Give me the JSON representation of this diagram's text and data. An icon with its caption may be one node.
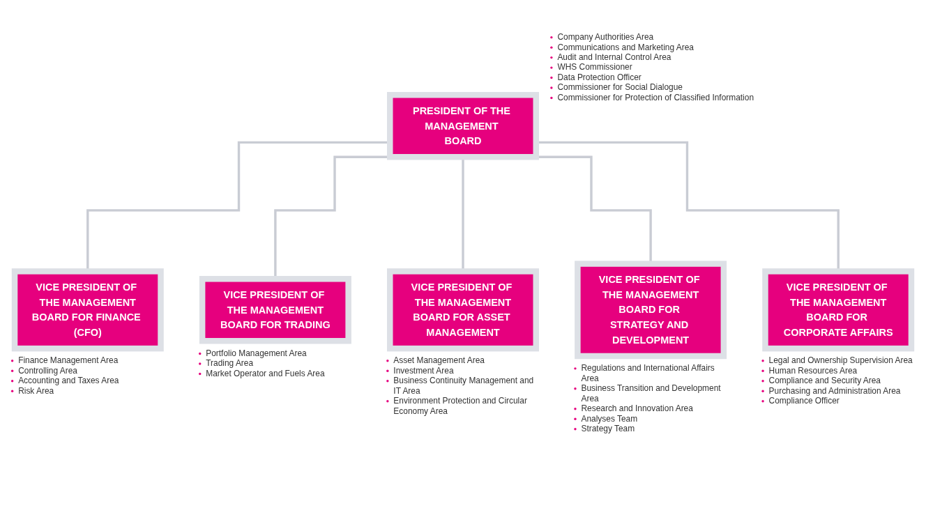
{
  "diagram": {
    "nodes": [
      {
        "text": [
          "PRESIDENT OF THE MANAGEMENT BOARD"
        ],
        "beside": [
          "Company Authorities Area",
          "Communications and Marketing Area",
          "Audit and Internal Control Area",
          "WHS Commissioner",
          "Data Protection Officer",
          "Commissioner for Social Dialogue",
          "Commissioner for Protection of Classified Information"
        ]
      },
      {
        "text": [
          "VICE PRESIDENT OF THE MANAGEMENT",
          "BOARD FOR FINANCE (CFO)"
        ],
        "beside": [
          "Finance Management Area",
          "Controlling Area",
          "Accounting and Taxes Area",
          "Risk Area"
        ]
      },
      {
        "text": [
          "VICE PRESIDENT OF THE MANAGEMENT",
          "BOARD FOR TRADING"
        ],
        "beside": [
          "Portfolio Management Area",
          "Trading Area",
          "Market Operator and Fuels Area"
        ]
      },
      {
        "text": [
          "VICE PRESIDENT OF THE MANAGEMENT",
          "BOARD FOR ASSET MANAGEMENT"
        ],
        "beside": [
          "Asset Management Area",
          "Investment Area",
          "Business Continuity Management and IT Area",
          "Environment Protection and Circular Economy Area"
        ]
      },
      {
        "text": [
          "VICE PRESIDENT OF THE MANAGEMENT",
          "BOARD FOR STRATEGY AND DEVELOPMENT"
        ],
        "beside": [
          "Regulations and International Affairs Area",
          "Business Transition and Development Area",
          "Research and Innovation Area",
          "Analyses Team",
          "Strategy Team"
        ]
      },
      {
        "text": [
          "VICE PRESIDENT OF THE MANAGEMENT",
          "BOARD FOR CORPORATE AFFAIRS"
        ],
        "beside": [
          "Legal and Ownership Supervision Area",
          "Human Resources Area",
          "Compliance and Security Area",
          "Purchasing and Administration Area",
          "Compliance Officer"
        ]
      }
    ],
    "edges": [
      {
        "from": 0,
        "to": 1,
        "arrow": "none"
      },
      {
        "from": 0,
        "to": 2,
        "arrow": "none"
      },
      {
        "from": 0,
        "to": 3,
        "arrow": "none"
      },
      {
        "from": 0,
        "to": 4,
        "arrow": "none"
      },
      {
        "from": 0,
        "to": 5,
        "arrow": "none"
      }
    ]
  }
}
